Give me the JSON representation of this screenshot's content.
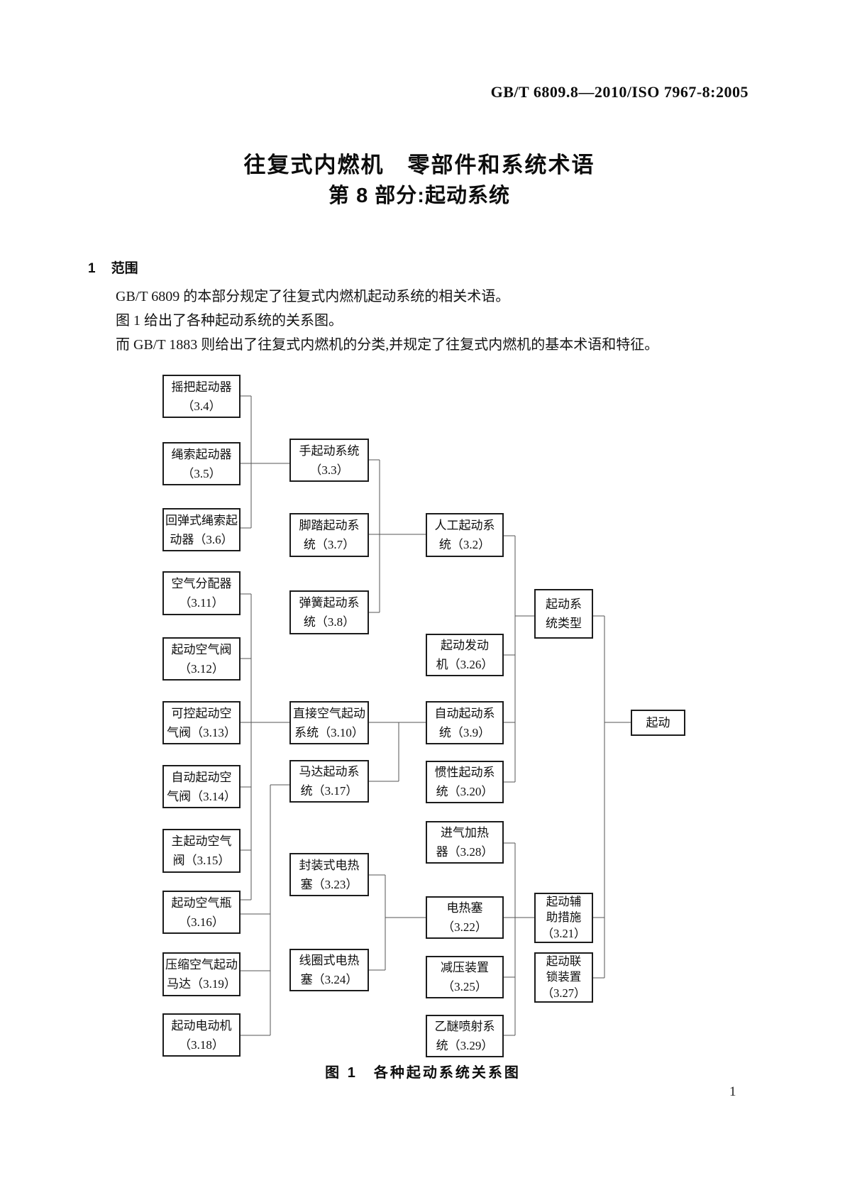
{
  "header": {
    "standard_code": "GB/T 6809.8—2010/ISO 7967-8:2005"
  },
  "title": {
    "line1": "往复式内燃机　零部件和系统术语",
    "line2": "第 8 部分:起动系统"
  },
  "section1": {
    "number": "1",
    "heading": "范围"
  },
  "paragraphs": {
    "p1": "GB/T 6809 的本部分规定了往复式内燃机起动系统的相关术语。",
    "p2": "图 1 给出了各种起动系统的关系图。",
    "p3": "而 GB/T 1883 则给出了往复式内燃机的分类,并规定了往复式内燃机的基本术语和特征。"
  },
  "figure": {
    "caption": "图 1　各种起动系统关系图",
    "nodes": {
      "n3_4": {
        "label": "摇把起动器\n（3.4）"
      },
      "n3_5": {
        "label": "绳索起动器\n（3.5）"
      },
      "n3_6": {
        "label": "回弹式绳索起\n动器（3.6）"
      },
      "n3_11": {
        "label": "空气分配器\n（3.11）"
      },
      "n3_12": {
        "label": "起动空气阀\n（3.12）"
      },
      "n3_13": {
        "label": "可控起动空\n气阀（3.13）"
      },
      "n3_14": {
        "label": "自动起动空\n气阀（3.14）"
      },
      "n3_15": {
        "label": "主起动空气\n阀（3.15）"
      },
      "n3_16": {
        "label": "起动空气瓶\n（3.16）"
      },
      "n3_19": {
        "label": "压缩空气起动\n马达（3.19）"
      },
      "n3_18": {
        "label": "起动电动机\n（3.18）"
      },
      "n3_3": {
        "label": "手起动系统\n（3.3）"
      },
      "n3_7": {
        "label": "脚踏起动系\n统（3.7）"
      },
      "n3_8": {
        "label": "弹簧起动系\n统（3.8）"
      },
      "n3_10": {
        "label": "直接空气起动\n系统（3.10）"
      },
      "n3_17": {
        "label": "马达起动系\n统（3.17）"
      },
      "n3_23": {
        "label": "封装式电热\n塞（3.23）"
      },
      "n3_24": {
        "label": "线圈式电热\n塞（3.24）"
      },
      "n3_2": {
        "label": "人工起动系\n统（3.2）"
      },
      "n3_26": {
        "label": "起动发动\n机（3.26）"
      },
      "n3_9": {
        "label": "自动起动系\n统（3.9）"
      },
      "n3_20": {
        "label": "惯性起动系\n统（3.20）"
      },
      "n3_28": {
        "label": "进气加热\n器（3.28）"
      },
      "n3_22": {
        "label": "电热塞\n（3.22）"
      },
      "n3_25": {
        "label": "减压装置\n（3.25）"
      },
      "n3_29": {
        "label": "乙醚喷射系\n统（3.29）"
      },
      "ntype": {
        "label": "起动系\n统类型"
      },
      "n3_21": {
        "label": "起动辅\n助措施\n（3.21）"
      },
      "n3_27": {
        "label": "起动联\n锁装置\n（3.27）"
      },
      "nstart": {
        "label": "起动"
      }
    },
    "edges": [
      [
        "3.4",
        "3.3"
      ],
      [
        "3.5",
        "3.3"
      ],
      [
        "3.6",
        "3.3"
      ],
      [
        "3.3",
        "3.2"
      ],
      [
        "3.7",
        "3.2"
      ],
      [
        "3.8",
        "3.2"
      ],
      [
        "3.11",
        "3.10"
      ],
      [
        "3.12",
        "3.10"
      ],
      [
        "3.13",
        "3.10"
      ],
      [
        "3.14",
        "3.10"
      ],
      [
        "3.15",
        "3.10"
      ],
      [
        "3.16",
        "3.10"
      ],
      [
        "3.16",
        "3.17"
      ],
      [
        "3.19",
        "3.17"
      ],
      [
        "3.18",
        "3.17"
      ],
      [
        "3.10",
        "3.9"
      ],
      [
        "3.17",
        "3.9"
      ],
      [
        "3.2",
        "起动系统类型"
      ],
      [
        "3.26",
        "起动系统类型"
      ],
      [
        "3.9",
        "起动系统类型"
      ],
      [
        "3.20",
        "起动系统类型"
      ],
      [
        "3.23",
        "3.22"
      ],
      [
        "3.24",
        "3.22"
      ],
      [
        "3.28",
        "3.21"
      ],
      [
        "3.22",
        "3.21"
      ],
      [
        "3.25",
        "3.21"
      ],
      [
        "3.29",
        "3.21"
      ],
      [
        "起动系统类型",
        "起动"
      ],
      [
        "3.21",
        "起动"
      ],
      [
        "3.27",
        "起动"
      ]
    ]
  },
  "page_number": "1",
  "colors": {
    "line": "#555555",
    "border": "#1c1c1c",
    "text": "#111111",
    "background": "#ffffff"
  }
}
